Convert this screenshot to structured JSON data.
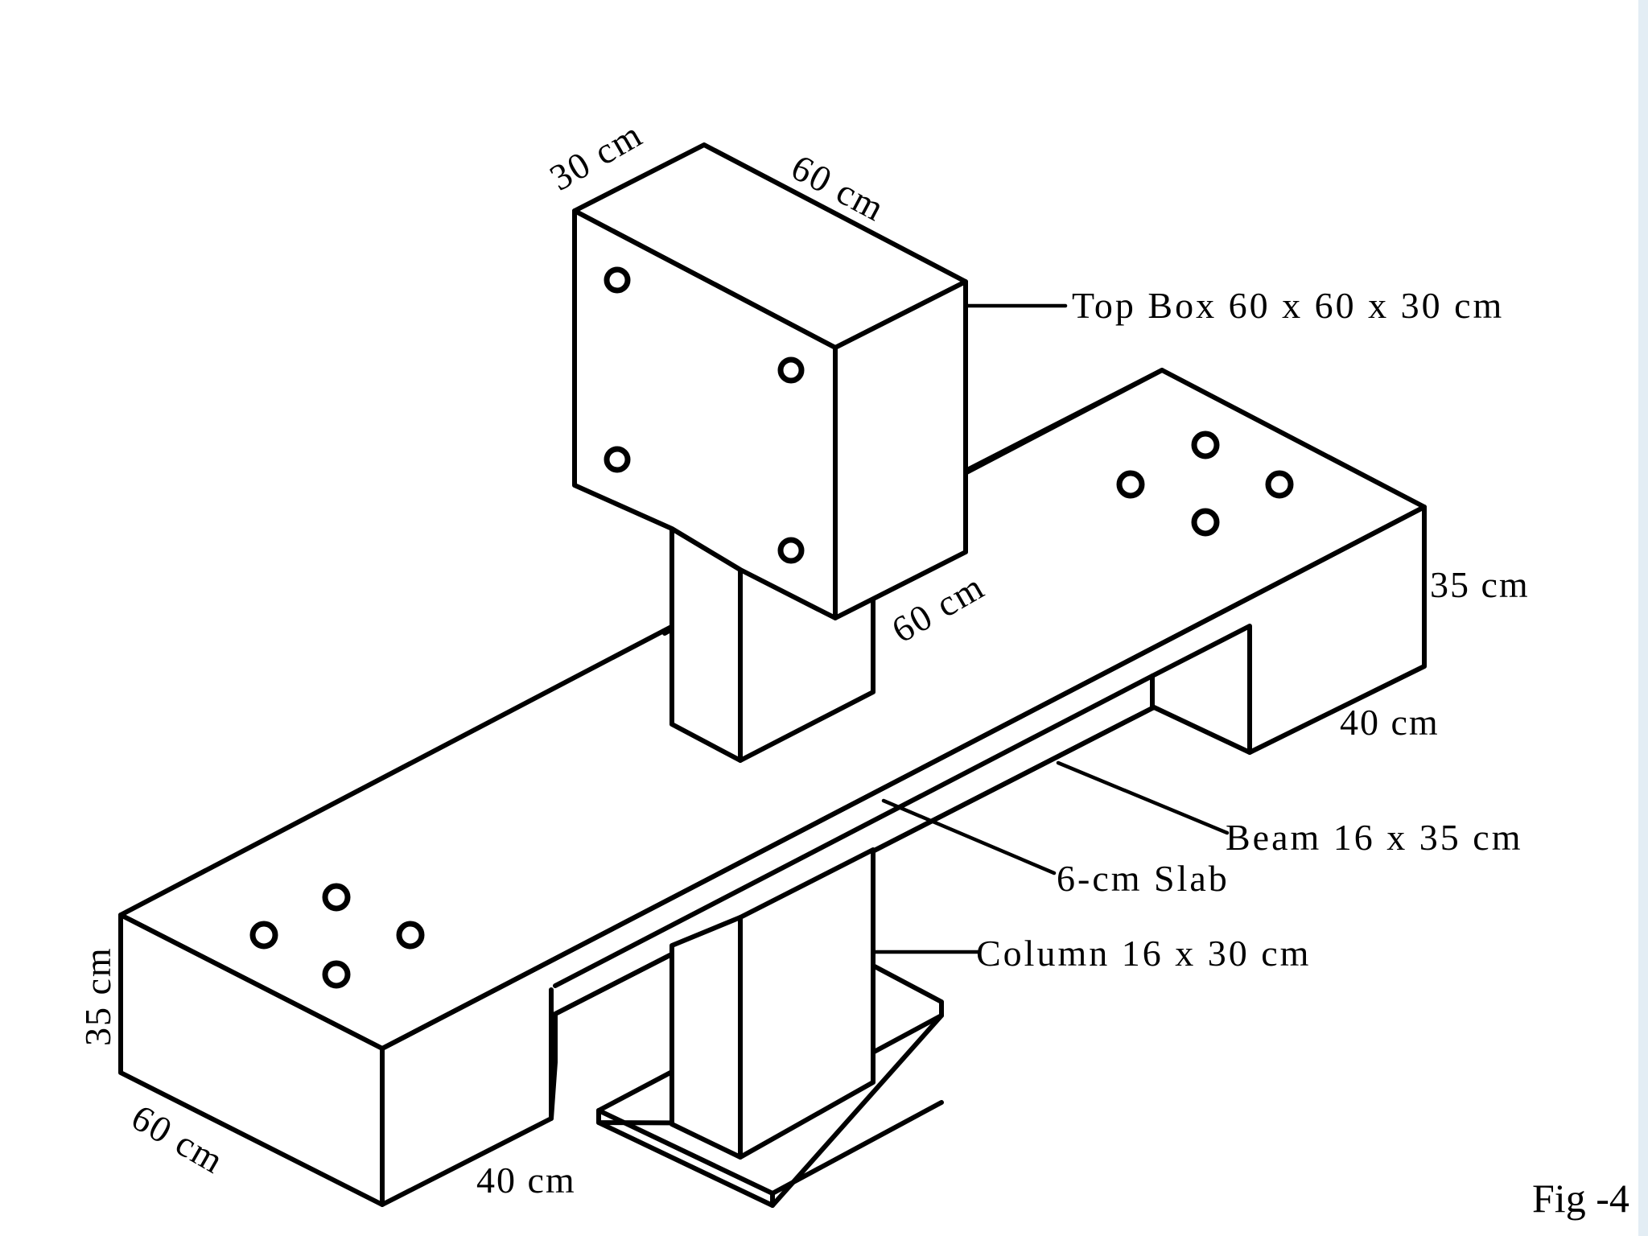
{
  "figure": {
    "label": "Fig -4"
  },
  "callouts": {
    "top_box": "Top Box 60 x 60 x 30 cm",
    "beam": "Beam 16 x 35 cm",
    "slab": "6-cm Slab",
    "column": "Column 16 x 30 cm"
  },
  "dimensions": {
    "top_box_depth": "30 cm",
    "top_box_width": "60 cm",
    "top_box_height": "60 cm",
    "right_block_height": "35 cm",
    "right_block_width": "40 cm",
    "left_block_height": "35 cm",
    "left_block_length": "60 cm",
    "left_block_width": "40 cm"
  }
}
